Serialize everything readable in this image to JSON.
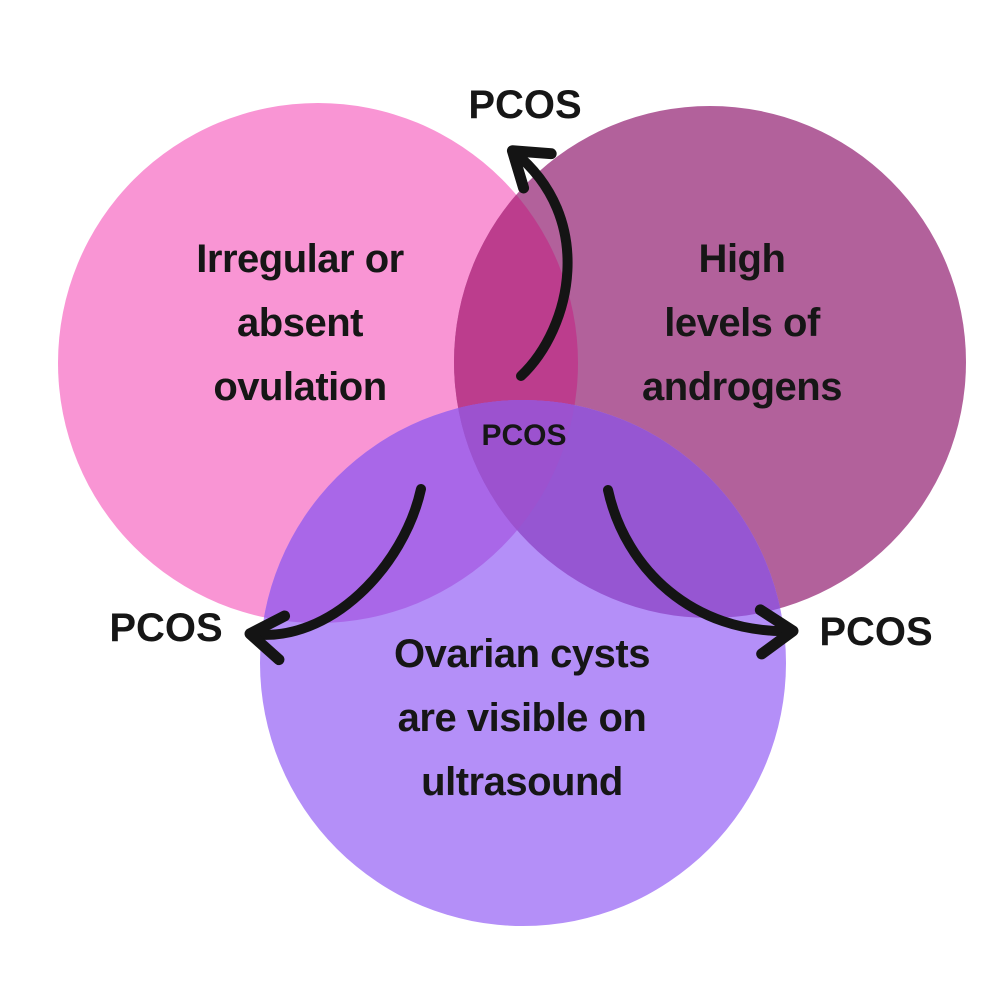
{
  "background": "#ffffff",
  "diagram": {
    "type": "venn-3",
    "topic": "PCOS diagnostic criteria",
    "text_color": "#161616",
    "arrow_color": "#141414",
    "circles": [
      {
        "id": "ovulation",
        "color": "#F995D4",
        "label_lines": [
          "Irregular or",
          "absent",
          "ovulation"
        ]
      },
      {
        "id": "androgens",
        "color": "#B2619B",
        "label_lines": [
          "High",
          "levels of",
          "androgens"
        ]
      },
      {
        "id": "cysts",
        "color": "#B48FF8",
        "label_lines": [
          "Ovarian cysts",
          "are visible on",
          "ultrasound"
        ]
      }
    ],
    "overlaps": {
      "pink_mauve": "#BC3D8D",
      "pink_lavender": "#A967E8",
      "mauve_lavender": "#9656D2",
      "triple": "#9C52CF"
    },
    "labels": {
      "top": "PCOS",
      "left": "PCOS",
      "right": "PCOS",
      "center": "PCOS"
    }
  }
}
